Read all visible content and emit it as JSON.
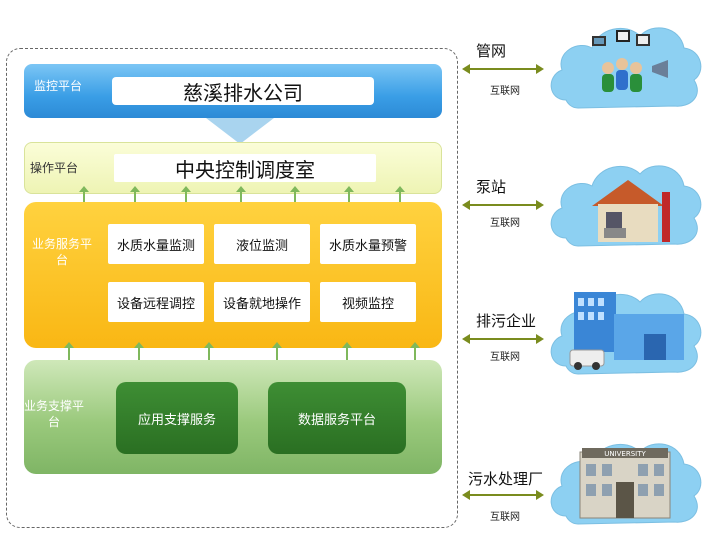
{
  "layers": {
    "monitor": {
      "label": "监控平台",
      "title": "慈溪排水公司"
    },
    "ops": {
      "label": "操作平台",
      "title": "中央控制调度室"
    },
    "business": {
      "label": "业务服务平台",
      "services": [
        "水质水量监测",
        "液位监测",
        "水质水量预警",
        "设备远程调控",
        "设备就地操作",
        "视频监控"
      ]
    },
    "support": {
      "label": "业务支撑平台",
      "items": [
        "应用支撑服务",
        "数据服务平台"
      ]
    }
  },
  "sites": [
    {
      "name": "管网",
      "link": "互联网",
      "icon": "network-devices-icon"
    },
    {
      "name": "泵站",
      "link": "互联网",
      "icon": "pump-house-icon"
    },
    {
      "name": "排污企业",
      "link": "互联网",
      "icon": "factory-icon"
    },
    {
      "name": "污水处理厂",
      "link": "互联网",
      "icon": "treatment-plant-icon",
      "sign": "UNIVERSITY"
    }
  ],
  "colors": {
    "monitor_band": "#3a9ee6",
    "ops_band": "#eef4b4",
    "business_band": "#f9b714",
    "support_band": "#9ac97c",
    "support_box": "#2a6f22",
    "arrow": "#7fb85c",
    "link_arrow": "#7a8c1e",
    "cloud": "#8dd0f2"
  }
}
